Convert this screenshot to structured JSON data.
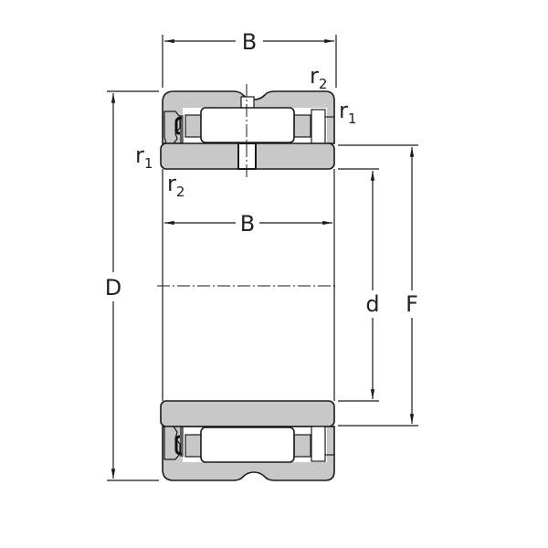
{
  "diagram": {
    "title": "Needle roller bearing with inner ring (cross-section)",
    "colors": {
      "ring_fill": "#c8c8c8",
      "outline": "#1a1a1a",
      "seal_black": "#111111",
      "background": "#ffffff"
    },
    "dimensions": {
      "B_top": "B",
      "B_inner": "B",
      "D": "D",
      "d": "d",
      "F": "F"
    },
    "radii": {
      "r2_top_right": {
        "base": "r",
        "sub": "2"
      },
      "r1_top_right": {
        "base": "r",
        "sub": "1"
      },
      "r1_left": {
        "base": "r",
        "sub": "1"
      },
      "r2_left": {
        "base": "r",
        "sub": "2"
      }
    },
    "components": [
      "outer-ring",
      "inner-ring",
      "needle-roller",
      "cage",
      "seal",
      "lubrication-hole",
      "lubrication-groove",
      "centerline"
    ]
  }
}
